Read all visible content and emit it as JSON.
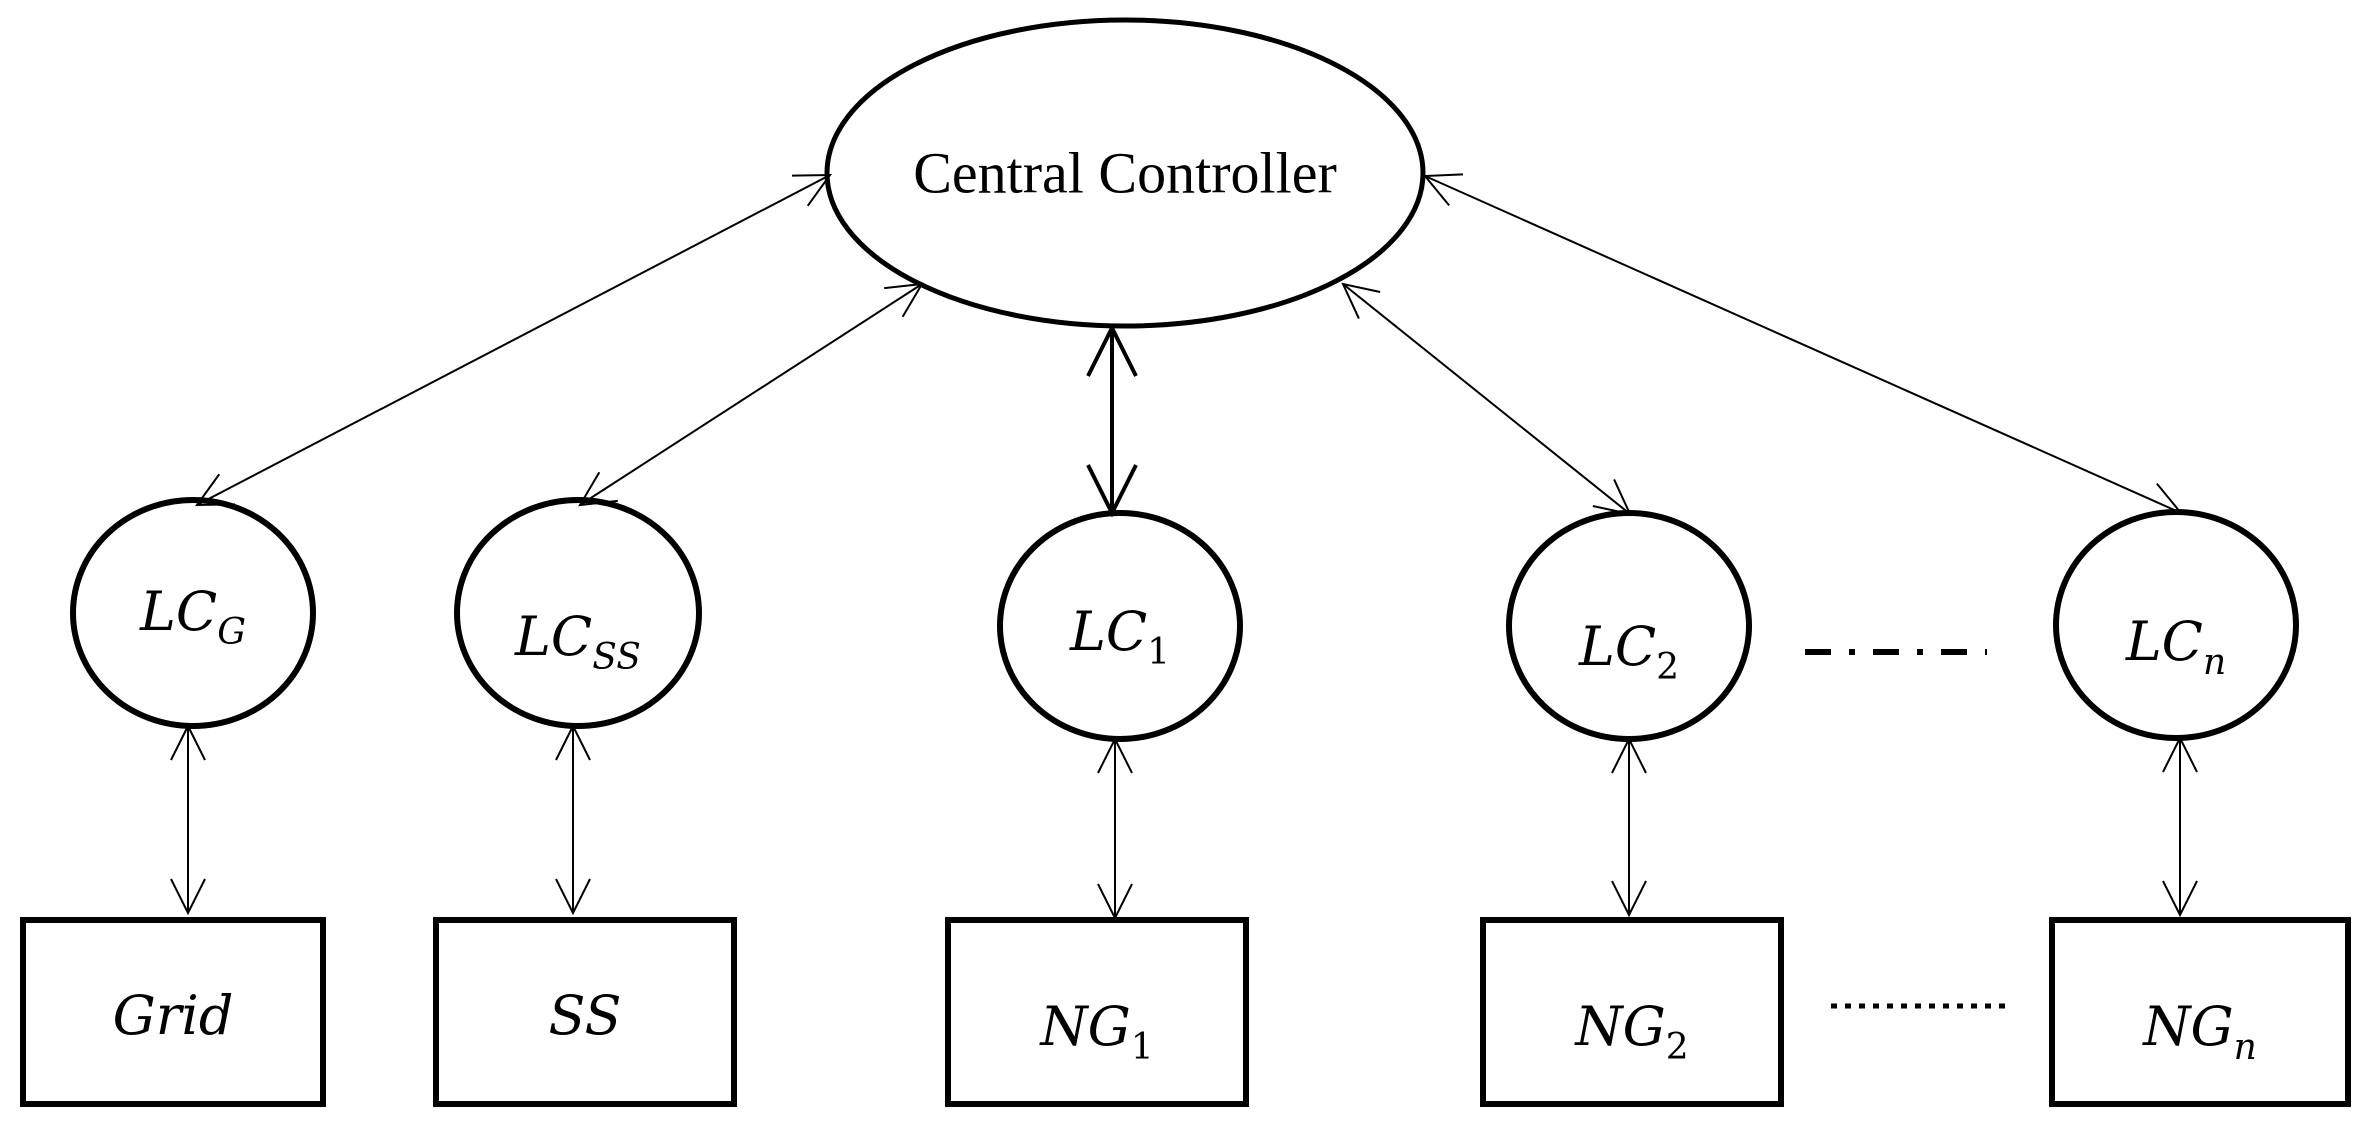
{
  "central": {
    "label": "Central Controller"
  },
  "local_controllers": [
    {
      "id": "lc_g",
      "base": "LC",
      "sub": "G"
    },
    {
      "id": "lc_ss",
      "base": "LC",
      "sub": "SS"
    },
    {
      "id": "lc_1",
      "base": "LC",
      "sub": "1"
    },
    {
      "id": "lc_2",
      "base": "LC",
      "sub": "2"
    },
    {
      "id": "lc_n",
      "base": "LC",
      "sub": "n"
    }
  ],
  "units": [
    {
      "id": "grid",
      "base": "Grid",
      "sub": ""
    },
    {
      "id": "ss",
      "base": "SS",
      "sub": ""
    },
    {
      "id": "ng_1",
      "base": "NG",
      "sub": "1"
    },
    {
      "id": "ng_2",
      "base": "NG",
      "sub": "2"
    },
    {
      "id": "ng_n",
      "base": "NG",
      "sub": "n"
    }
  ],
  "ellipsis": {
    "lc_row": "- · - · -",
    "unit_row": "··········"
  }
}
